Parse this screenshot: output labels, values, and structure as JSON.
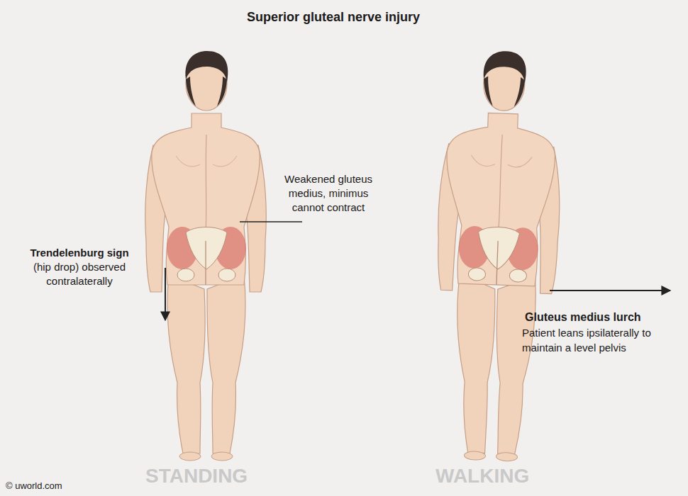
{
  "diagram": {
    "title": "Superior gluteal nerve injury",
    "labels": [
      "Weakened gluteus medius, minimus cannot contract",
      "Trendelenburg sign",
      "(hip drop) observed contralaterally",
      "Gluteus medius lurch",
      "Patient leans ipsilaterally to maintain a level pelvis",
      "STANDING",
      "WALKING",
      "© uworld.com"
    ]
  }
}
